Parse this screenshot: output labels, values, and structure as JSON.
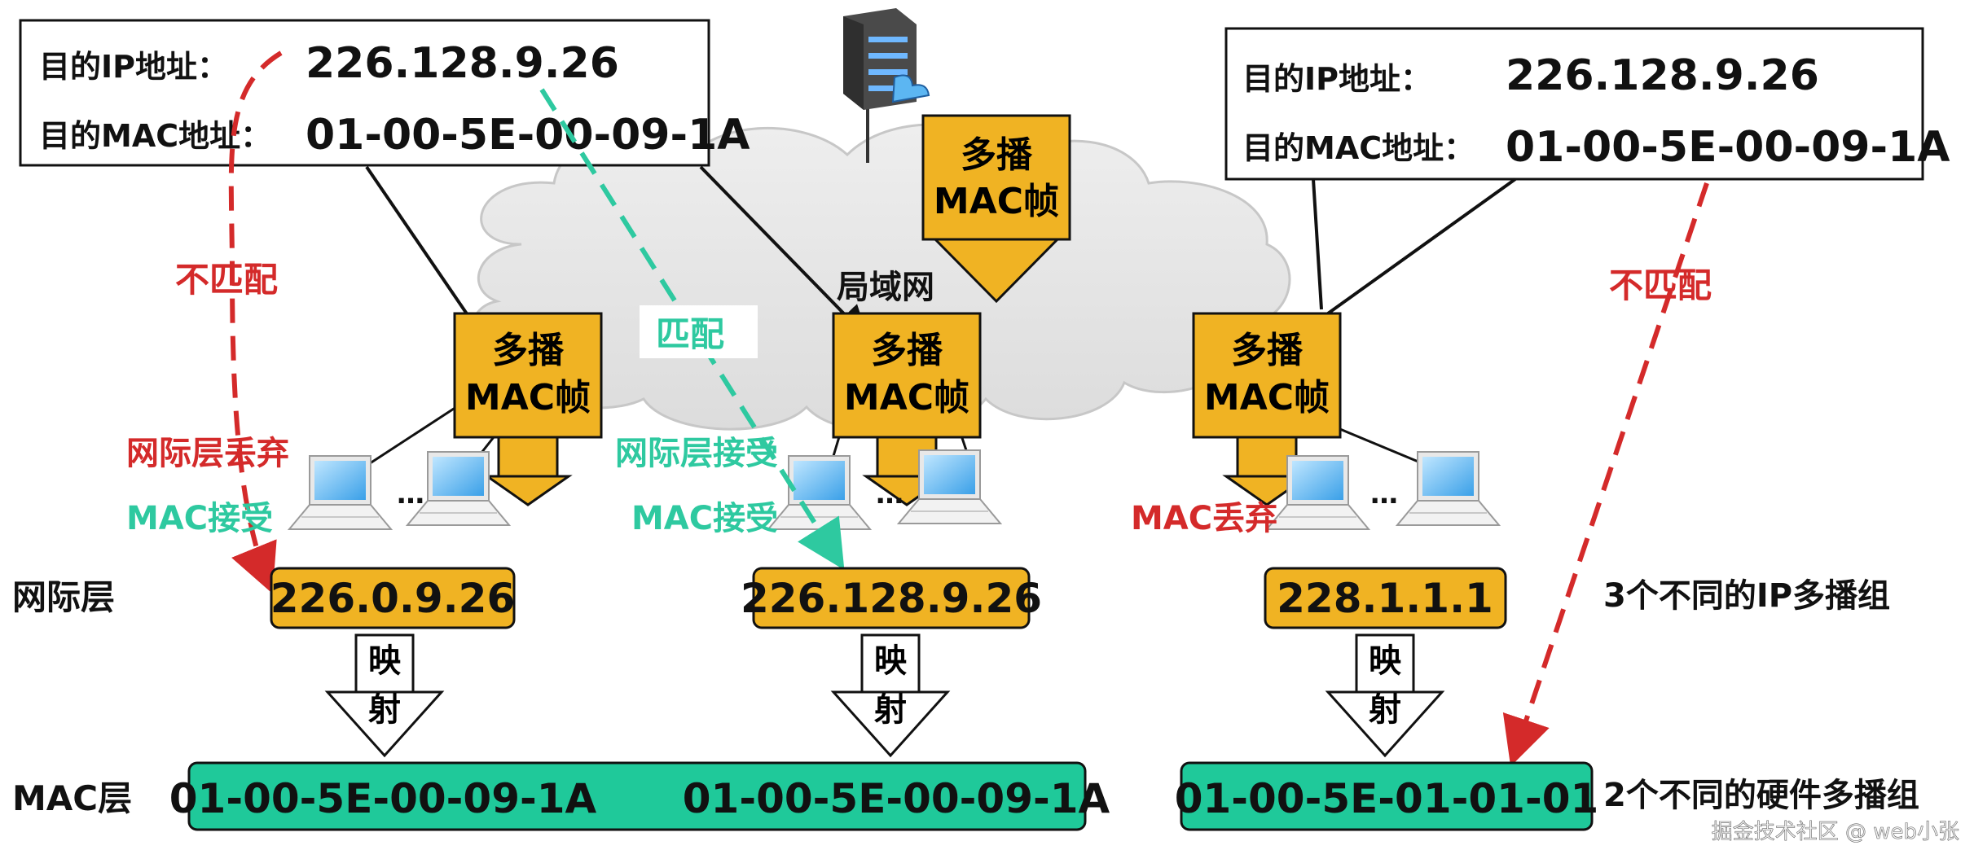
{
  "left_box": {
    "ip_label": "目的IP地址：",
    "ip_value": "226.128.9.26",
    "mac_label": "目的MAC地址：",
    "mac_value": "01-00-5E-00-09-1A"
  },
  "right_box": {
    "ip_label": "目的IP地址：",
    "ip_value": "226.128.9.26",
    "mac_label": "目的MAC地址：",
    "mac_value": "01-00-5E-00-09-1A"
  },
  "lan_label": "局域网",
  "frames": [
    {
      "line1": "多播",
      "line2": "MAC帧"
    },
    {
      "line1": "多播",
      "line2": "MAC帧"
    },
    {
      "line1": "多播",
      "line2": "MAC帧"
    },
    {
      "line1": "多播",
      "line2": "MAC帧"
    }
  ],
  "annotations": {
    "mismatch_left": "不匹配",
    "match": "匹配",
    "mismatch_right": "不匹配",
    "ip_discard": "网际层丢弃",
    "mac_accept_left": "MAC接受",
    "ip_accept": "网际层接受",
    "mac_accept_mid": "MAC接受",
    "mac_discard": "MAC丢弃",
    "ellipsis": "…"
  },
  "layers": {
    "ip_layer": "网际层",
    "mac_layer": "MAC层"
  },
  "ip_groups": [
    "226.0.9.26",
    "226.128.9.26",
    "228.1.1.1"
  ],
  "mapping_label_1": "映",
  "mapping_label_2": "射",
  "mac_groups": [
    "01-00-5E-00-09-1A",
    "01-00-5E-00-09-1A",
    "01-00-5E-01-01-01"
  ],
  "summary": {
    "ip_groups": "3个不同的IP多播组",
    "hw_groups": "2个不同的硬件多播组"
  },
  "watermark": "掘金技术社区 @ web小张",
  "colors": {
    "frame_fill": "#f0b323",
    "mac_fill": "#1fc99a",
    "red": "#d42a2a",
    "teal": "#2ec9a0"
  }
}
